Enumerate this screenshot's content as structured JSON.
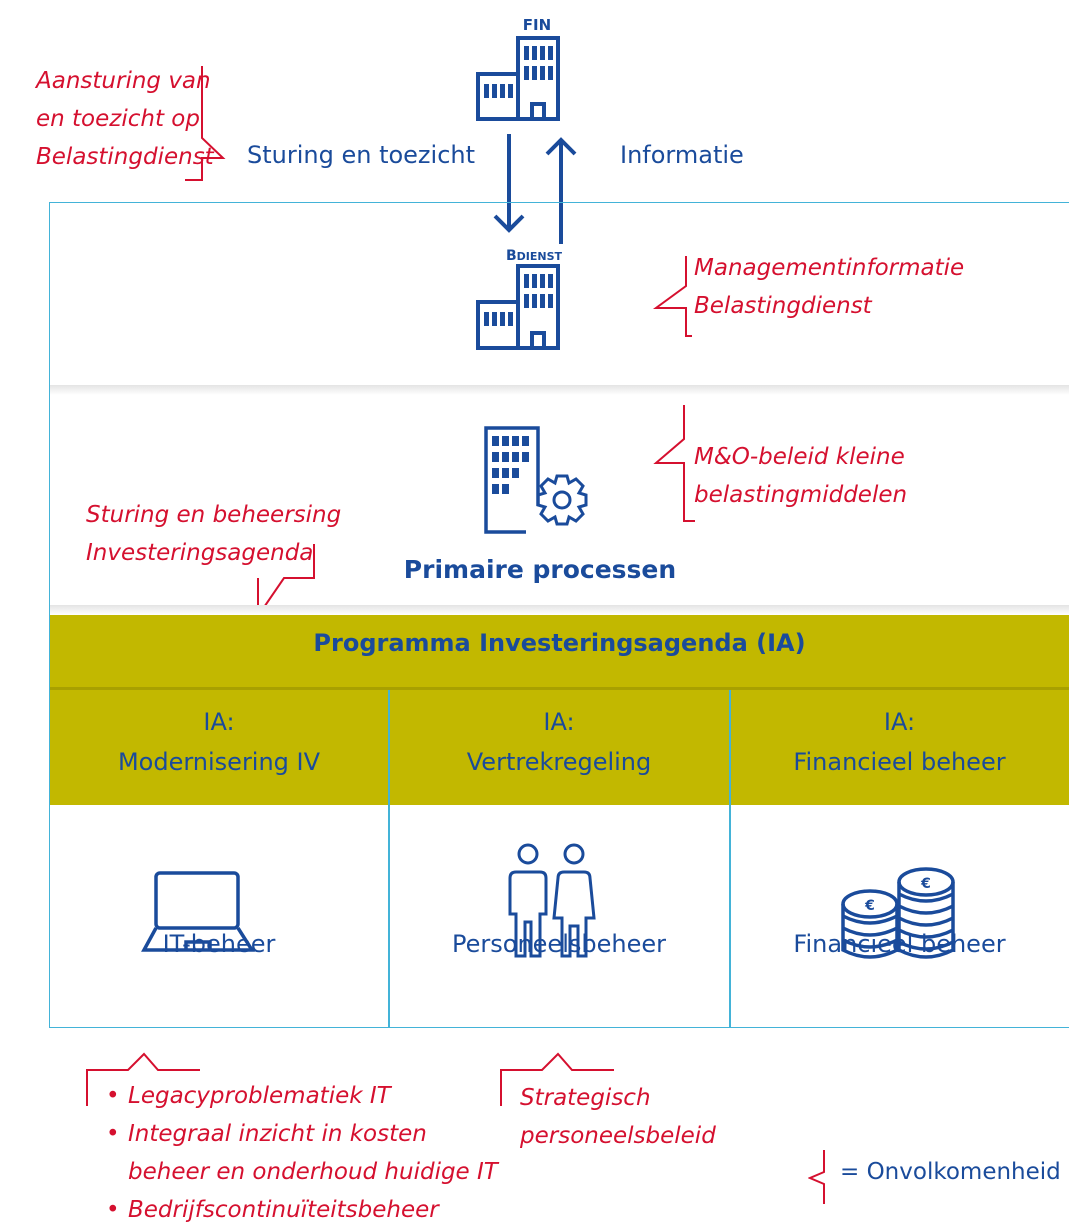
{
  "top": {
    "fin_label": "FIN",
    "left_arrow_label": "Sturing en toezicht",
    "right_arrow_label": "Informatie",
    "bdienst_label": "Bdienst"
  },
  "notes": {
    "aansturing": [
      "Aansturing van",
      "en toezicht op",
      "Belastingdienst"
    ],
    "managementinfo": [
      "Managementinformatie",
      "Belastingdienst"
    ],
    "mo_beleid": [
      "M&O-beleid kleine",
      "belastingmiddelen"
    ],
    "sturing_beheersing": [
      "Sturing en beheersing",
      "Investeringsagenda"
    ],
    "it_items": [
      "Legacyproblematiek IT",
      "Integraal inzicht in kosten",
      "beheer en onderhoud huidige IT",
      "Bedrijfscontinuïteitsbeheer"
    ],
    "strategisch": [
      "Strategisch",
      "personeelsbeleid"
    ]
  },
  "primary_label": "Primaire processen",
  "program_title": "Programma Investeringsagenda (IA)",
  "columns": [
    {
      "line1": "IA:",
      "line2": "Modernisering IV",
      "bottom": "IT-beheer"
    },
    {
      "line1": "IA:",
      "line2": "Vertrekregeling",
      "bottom": "Personeelsbeheer"
    },
    {
      "line1": "IA:",
      "line2": "Financieel beheer",
      "bottom": "Financieel beheer"
    }
  ],
  "legend": {
    "text": "= Onvolkomenheid"
  },
  "colors": {
    "blue": "#1a4b9b",
    "red": "#d5102f",
    "olive": "#c2b800",
    "cyan": "#43b3d8"
  }
}
